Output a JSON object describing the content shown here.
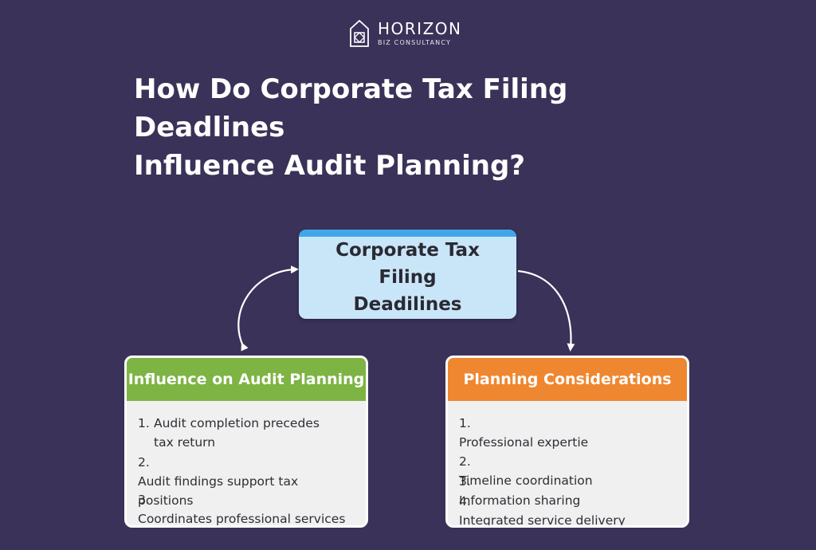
{
  "brand": {
    "name": "HORIZON",
    "tagline": "BIZ CONSULTANCY"
  },
  "title": {
    "line1": "How Do Corporate Tax Filing Deadlines",
    "line2": "Influence Audit Planning?"
  },
  "central_node": {
    "line1": "Corporate Tax Filing",
    "line2": "Deadilines",
    "header_color": "#42a7e8",
    "fill_color": "#c9e6f8"
  },
  "left_card": {
    "title": "Influence on Audit Planning",
    "header_color": "#7db444",
    "items": [
      {
        "num": "1.",
        "text": "Audit completion precedes tax return"
      },
      {
        "num": "2.",
        "text": "Audit findings support tax positions"
      },
      {
        "num": "3.",
        "text": "Coordinates professional services"
      }
    ]
  },
  "right_card": {
    "title": "Planning Considerations",
    "header_color": "#ef8730",
    "items": [
      {
        "num": "1.",
        "text": "Professional expertie"
      },
      {
        "num": "2.",
        "text": "Timeline coordination"
      },
      {
        "num": "3.",
        "text": "Information sharing"
      },
      {
        "num": "4.",
        "text": "Integrated service delivery"
      }
    ]
  },
  "colors": {
    "background": "#3a3258",
    "arrow": "#ffffff"
  }
}
